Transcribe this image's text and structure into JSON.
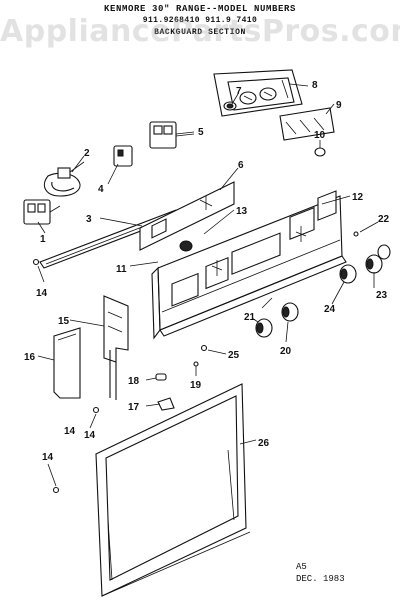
{
  "header": {
    "title": "KENMORE 30\" RANGE--MODEL NUMBERS",
    "models": "911.9268410 911.9 7410",
    "section": "BACKGUARD SECTION"
  },
  "watermark": "AppliancePartsPros.com",
  "footer": {
    "code": "A5",
    "date": "DEC. 1983"
  },
  "callouts": [
    "1",
    "2",
    "3",
    "4",
    "5",
    "6",
    "7",
    "8",
    "9",
    "10",
    "11",
    "12",
    "13",
    "14",
    "14",
    "14",
    "14",
    "15",
    "16",
    "17",
    "18",
    "19",
    "20",
    "21",
    "22",
    "23",
    "24",
    "25",
    "26"
  ]
}
